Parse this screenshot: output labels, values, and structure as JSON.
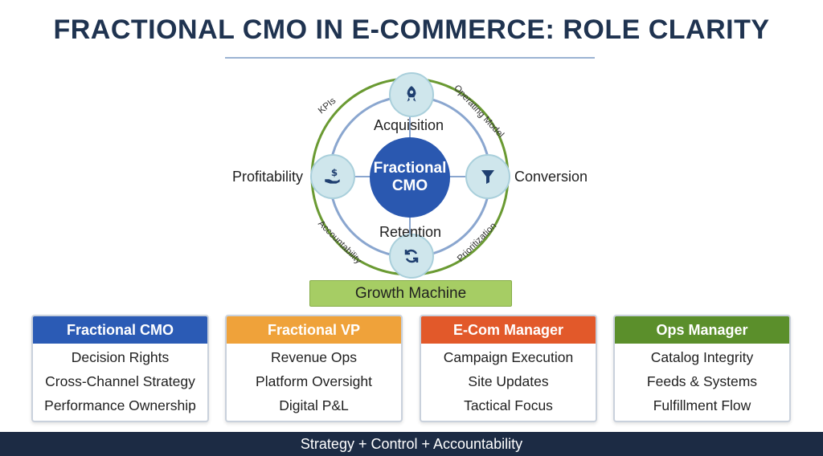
{
  "title": "FRACTIONAL CMO IN E-COMMERCE: ROLE CLARITY",
  "hub": {
    "label": "Fractional\nCMO"
  },
  "nodes": [
    {
      "label": "Acquisition",
      "icon": "rocket-icon"
    },
    {
      "label": "Conversion",
      "icon": "funnel-icon"
    },
    {
      "label": "Retention",
      "icon": "refresh-icon"
    },
    {
      "label": "Profitability",
      "icon": "money-hand-icon"
    }
  ],
  "ring_labels": [
    "KPIs",
    "Operating Model",
    "Prioritization",
    "Accountability"
  ],
  "growth_label": "Growth Machine",
  "roles": [
    {
      "title": "Fractional CMO",
      "color": "#2b5bb5",
      "items": [
        "Decision Rights",
        "Cross-Channel Strategy",
        "Performance Ownership"
      ]
    },
    {
      "title": "Fractional VP",
      "color": "#efa23a",
      "items": [
        "Revenue Ops",
        "Platform Oversight",
        "Digital P&L"
      ]
    },
    {
      "title": "E-Com Manager",
      "color": "#e2592a",
      "items": [
        "Campaign Execution",
        "Site Updates",
        "Tactical Focus"
      ]
    },
    {
      "title": "Ops Manager",
      "color": "#5b8f2b",
      "items": [
        "Catalog Integrity",
        "Feeds & Systems",
        "Fulfillment Flow"
      ]
    }
  ],
  "footer": "Strategy + Control + Accountability",
  "colors": {
    "outer_ring": "#6a9a32",
    "inner_ring": "#8aa6cf",
    "hub": "#2a58b0",
    "footer_bg": "#1c2b44"
  }
}
